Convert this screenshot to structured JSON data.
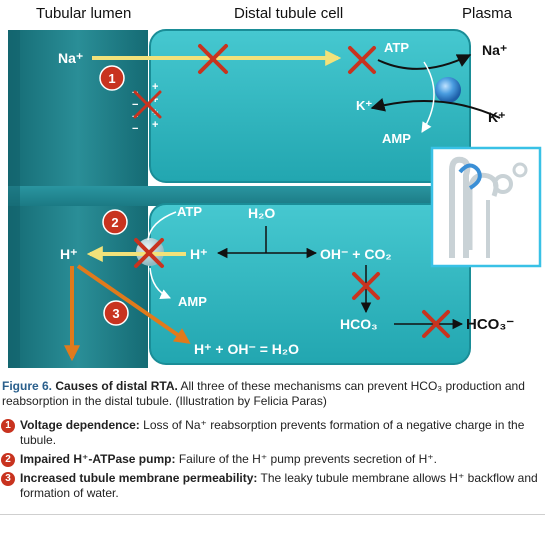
{
  "header": {
    "lumen": "Tubular lumen",
    "cell": "Distal tubule cell",
    "plasma": "Plasma"
  },
  "labels": {
    "na_lumen": "Na⁺",
    "na_plasma": "Na⁺",
    "atp_top": "ATP",
    "atp_mid": "ATP",
    "k_cell": "K⁺",
    "k_plasma": "K⁺",
    "amp_top": "AMP",
    "amp_mid": "AMP",
    "h2o": "H₂O",
    "h_lumen": "H⁺",
    "h_cell": "H⁺",
    "oh_co2": "OH⁻ + CO₂",
    "hco3_cell": "HCO₃",
    "hco3_plasma": "HCO₃⁻",
    "water_eq": "H⁺ + OH⁻ = H₂O",
    "charge_signs": [
      "−",
      "+",
      "−",
      "+",
      "−",
      "+",
      "−",
      "+"
    ]
  },
  "badges": [
    "1",
    "2",
    "3"
  ],
  "colors": {
    "lumen": "#1f7d86",
    "cell": "#2fb7c0",
    "cell_dark": "#1a8d97",
    "badge": "#c8331f",
    "x_mark": "#c8331f",
    "na_arrow": "#f2e27a",
    "h_arrow": "#f2e27a",
    "leak_arrow": "#e07a1c",
    "pump": "#3a8fd6"
  },
  "caption": {
    "figure": "Figure 6.",
    "title": "Causes of distal RTA.",
    "body": "All three of these mechanisms can prevent HCO₃ production and reabsorption in the distal tubule. (Illustration by Felicia Paras)"
  },
  "items": [
    {
      "num": "1",
      "head": "Voltage dependence:",
      "text": "Loss of Na⁺ reabsorption prevents formation of a negative charge in the tubule."
    },
    {
      "num": "2",
      "head": "Impaired H⁺-ATPase pump:",
      "text": "Failure of the H⁺ pump prevents secretion of H⁺."
    },
    {
      "num": "3",
      "head": "Increased tubule membrane permeability:",
      "text": "The leaky tubule membrane allows H⁺ backflow and formation of water."
    }
  ]
}
